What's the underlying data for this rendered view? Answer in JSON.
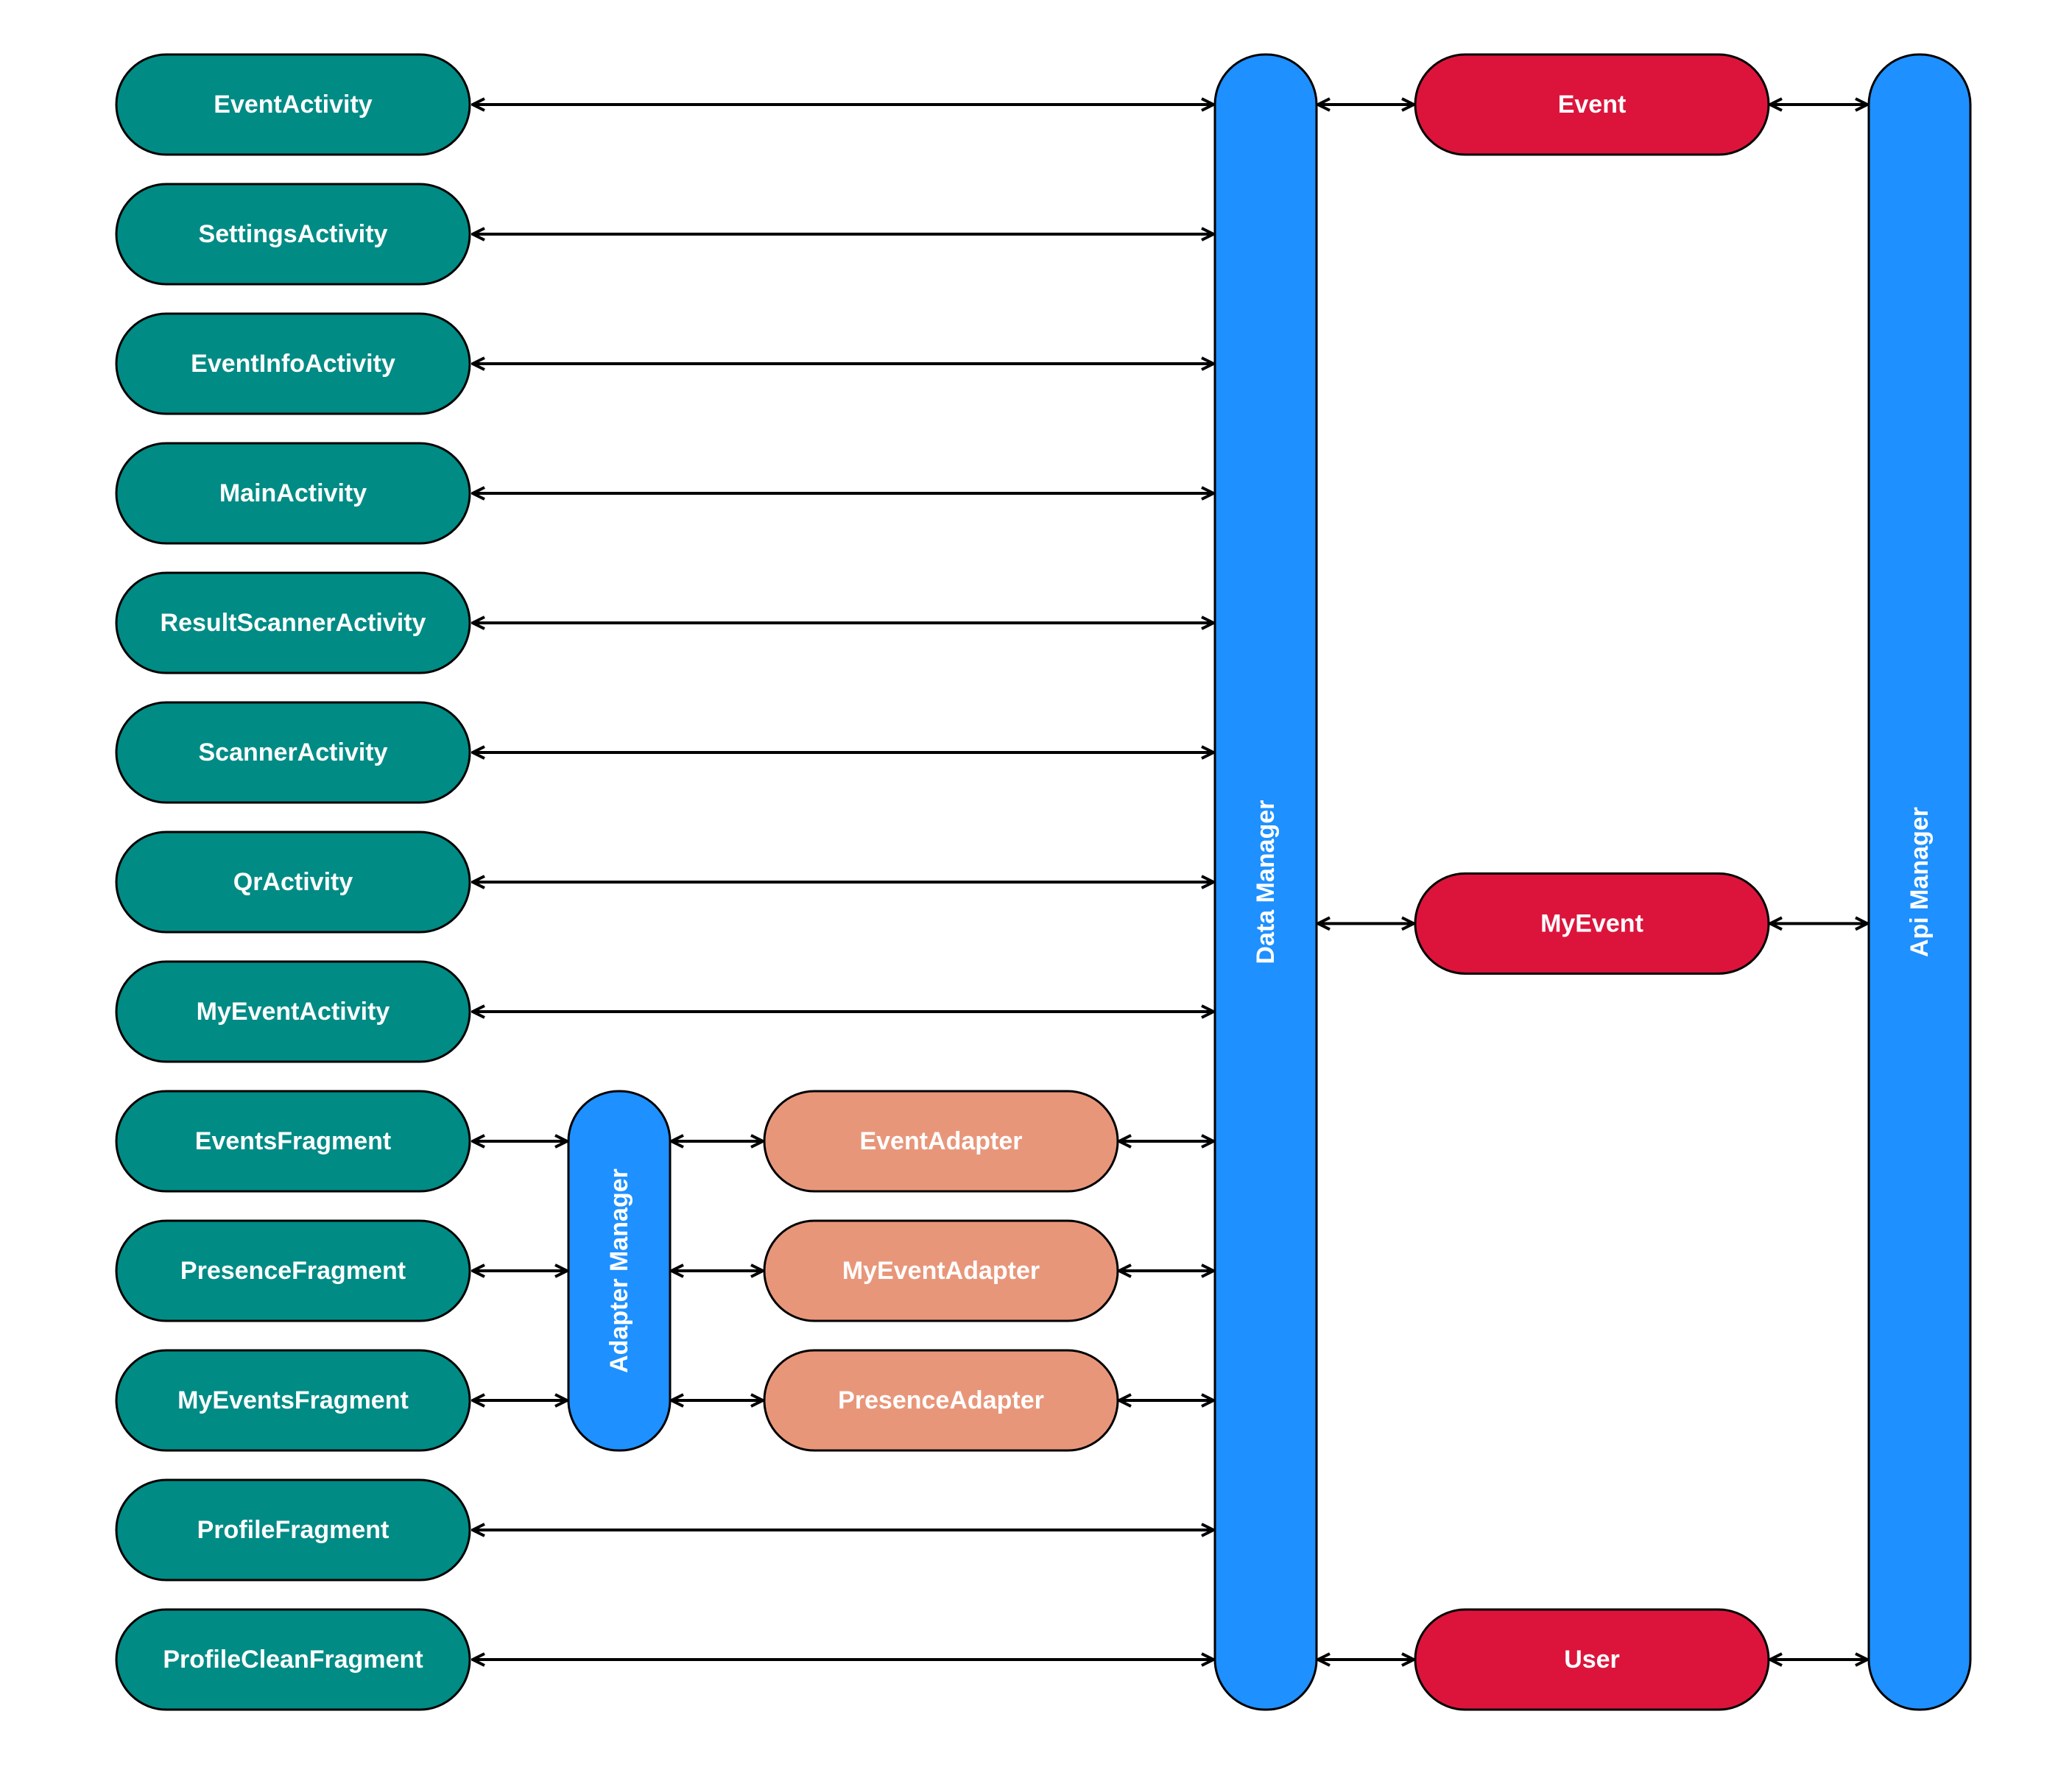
{
  "colors": {
    "component": "#008B85",
    "manager": "#1E90FF",
    "model": "#DC143C",
    "adapter": "#E8967A",
    "stroke": "#000000",
    "text": "#FFFFFF"
  },
  "components": [
    "EventActivity",
    "SettingsActivity",
    "EventInfoActivity",
    "MainActivity",
    "ResultScannerActivity",
    "ScannerActivity",
    "QrActivity",
    "MyEventActivity",
    "EventsFragment",
    "PresenceFragment",
    "MyEventsFragment",
    "ProfileFragment",
    "ProfileCleanFragment"
  ],
  "adapter_manager": {
    "label": "Adapter Manager"
  },
  "adapters": [
    "EventAdapter",
    "MyEventAdapter",
    "PresenceAdapter"
  ],
  "data_manager": {
    "label": "Data Manager"
  },
  "models": [
    "Event",
    "MyEvent",
    "User"
  ],
  "api_manager": {
    "label": "Api Manager"
  }
}
